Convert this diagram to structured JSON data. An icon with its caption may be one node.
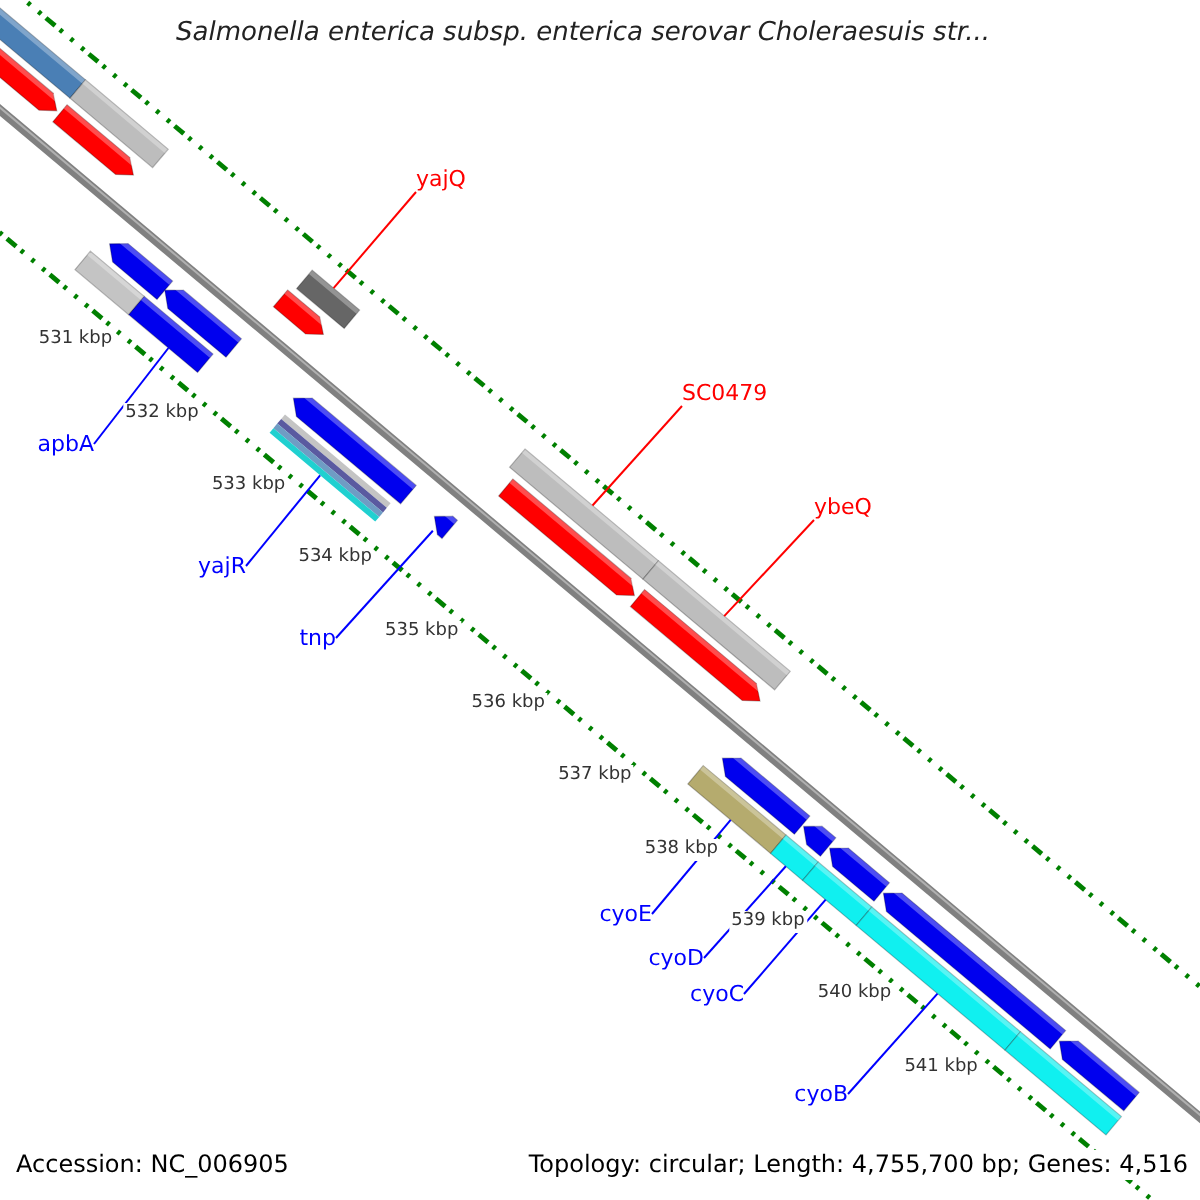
{
  "diagram": {
    "title": "Salmonella enterica subsp. enterica serovar Choleraesuis str...",
    "nodes": [
      {
        "text": [
          "yajQ"
        ]
      },
      {
        "text": [],
        "shape": "bar"
      },
      {
        "text": [
          "apbA"
        ]
      },
      {
        "text": [],
        "shape": "bar"
      },
      {
        "text": [
          "yajR"
        ]
      },
      {
        "text": [],
        "shape": "bar"
      },
      {
        "text": [
          "tnp"
        ]
      },
      {
        "text": [],
        "shape": "arrow"
      },
      {
        "text": [
          "SC0479"
        ]
      },
      {
        "text": [],
        "shape": "bar"
      },
      {
        "text": [
          "ybeQ"
        ]
      },
      {
        "text": [],
        "shape": "bar"
      },
      {
        "text": [
          "cyoE"
        ]
      },
      {
        "text": [],
        "shape": "bar"
      },
      {
        "text": [
          "cyoD"
        ]
      },
      {
        "text": [],
        "shape": "bar"
      },
      {
        "text": [
          "cyoC"
        ]
      },
      {
        "text": [],
        "shape": "bar"
      },
      {
        "text": [
          "cyoB"
        ]
      },
      {
        "text": [],
        "shape": "bar"
      },
      {
        "text": [],
        "shape": "bar"
      },
      {
        "text": [],
        "shape": "bar"
      },
      {
        "text": [],
        "shape": "arrow"
      },
      {
        "text": [],
        "shape": "arrow"
      },
      {
        "text": [],
        "shape": "bar"
      },
      {
        "text": [],
        "shape": "arrow"
      },
      {
        "text": [],
        "shape": "arrow"
      },
      {
        "text": [],
        "shape": "arrow"
      },
      {
        "text": [],
        "shape": "arrow"
      },
      {
        "text": [],
        "shape": "arrow"
      },
      {
        "text": [],
        "shape": "arrow"
      },
      {
        "text": [],
        "shape": "arrow"
      },
      {
        "text": [],
        "shape": "arrow"
      },
      {
        "text": [],
        "shape": "arrow"
      },
      {
        "text": [],
        "shape": "arrow"
      },
      {
        "text": [],
        "shape": "arrow"
      },
      {
        "text": [],
        "shape": "bar"
      }
    ],
    "edges": [
      {
        "from": 0,
        "to": 1,
        "arrow": "none",
        "color": "#ff0000"
      },
      {
        "from": 2,
        "to": 3,
        "arrow": "none"
      },
      {
        "from": 4,
        "to": 5,
        "arrow": "none"
      },
      {
        "from": 6,
        "to": 7,
        "arrow": "none"
      },
      {
        "from": 8,
        "to": 9,
        "arrow": "none",
        "color": "#ff0000"
      },
      {
        "from": 10,
        "to": 11,
        "arrow": "none",
        "color": "#ff0000"
      },
      {
        "from": 12,
        "to": 13,
        "arrow": "none"
      },
      {
        "from": 14,
        "to": 15,
        "arrow": "none"
      },
      {
        "from": 16,
        "to": 17,
        "arrow": "none"
      },
      {
        "from": 18,
        "to": 19,
        "arrow": "none"
      }
    ],
    "labels": [
      "531 kbp",
      "532 kbp",
      "533 kbp",
      "534 kbp",
      "535 kbp",
      "536 kbp",
      "537 kbp",
      "538 kbp",
      "539 kbp",
      "540 kbp",
      "541 kbp",
      "Accession: NC_006905",
      "Topology: circular; Length: 4,755,700 bp; Genes: 4,516"
    ]
  }
}
